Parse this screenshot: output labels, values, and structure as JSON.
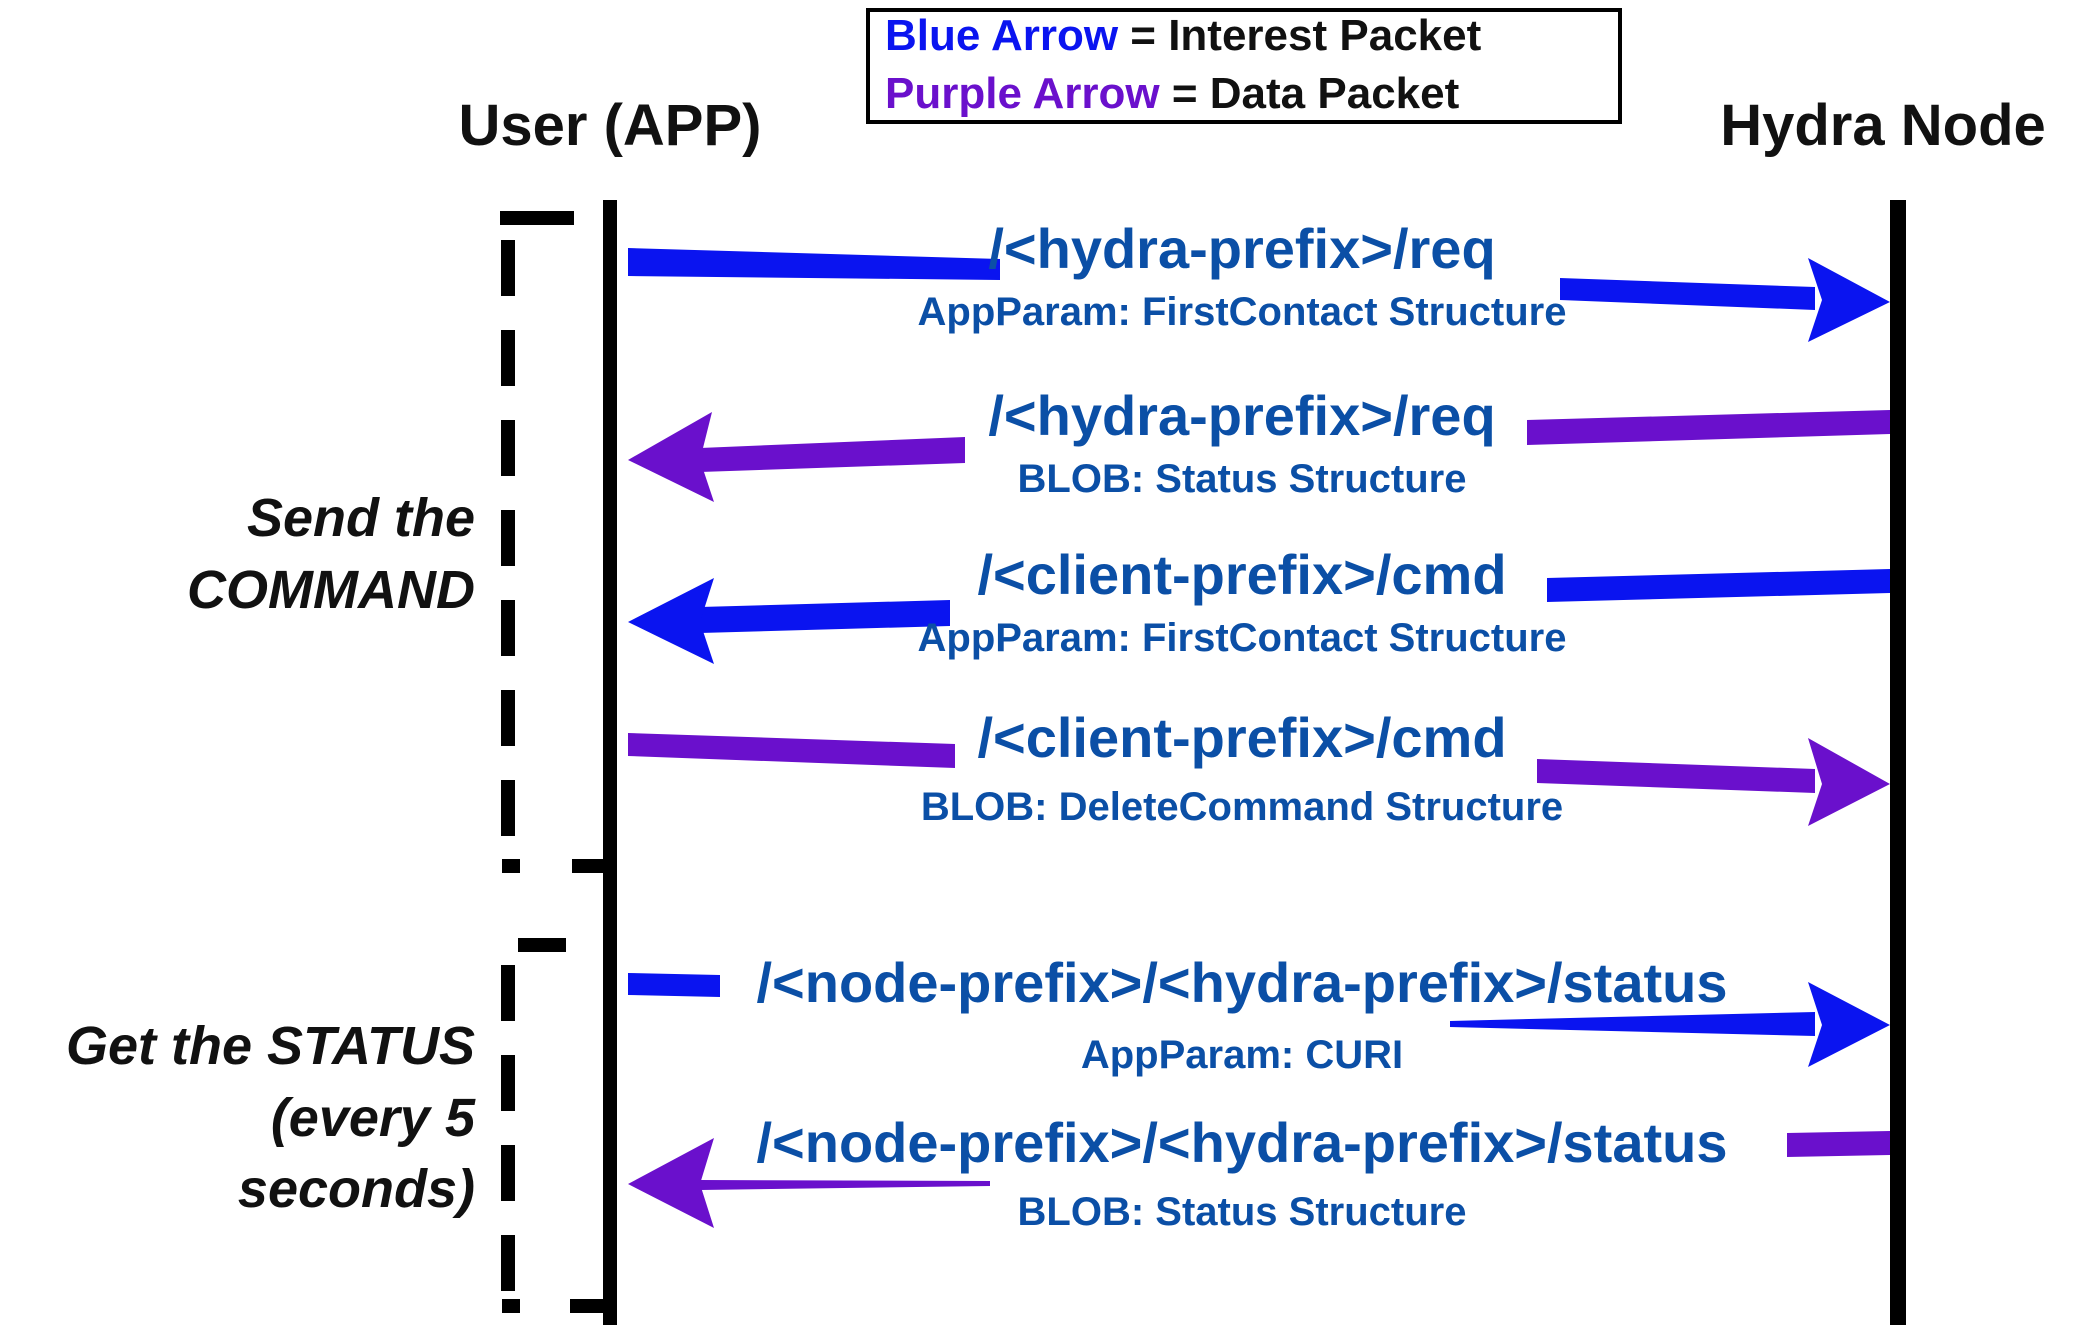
{
  "legend": {
    "blue_term": "Blue Arrow",
    "blue_def": " = Interest Packet",
    "purple_term": "Purple Arrow",
    "purple_def": " = Data Packet"
  },
  "actors": {
    "left": "User (APP)",
    "right": "Hydra Node"
  },
  "phases": [
    {
      "lines": [
        "Send the",
        "COMMAND"
      ]
    },
    {
      "lines": [
        "Get the STATUS",
        "(every 5",
        "seconds)"
      ]
    }
  ],
  "messages": [
    {
      "direction": "to-node",
      "kind": "interest",
      "name": "/<hydra-prefix>/req",
      "detail": "AppParam: FirstContact Structure"
    },
    {
      "direction": "to-user",
      "kind": "data",
      "name": "/<hydra-prefix>/req",
      "detail": "BLOB: Status Structure"
    },
    {
      "direction": "to-user",
      "kind": "interest",
      "name": "/<client-prefix>/cmd",
      "detail": "AppParam: FirstContact Structure"
    },
    {
      "direction": "to-node",
      "kind": "data",
      "name": "/<client-prefix>/cmd",
      "detail": "BLOB: DeleteCommand Structure"
    },
    {
      "direction": "to-node",
      "kind": "interest",
      "name": "/<node-prefix>/<hydra-prefix>/status",
      "detail": "AppParam: CURI"
    },
    {
      "direction": "to-user",
      "kind": "data",
      "name": "/<node-prefix>/<hydra-prefix>/status",
      "detail": "BLOB: Status Structure"
    }
  ],
  "colors": {
    "interest": "#0a14f0",
    "data": "#6a10cc",
    "label_text": "#0b4fa6",
    "lifeline": "#000000"
  }
}
